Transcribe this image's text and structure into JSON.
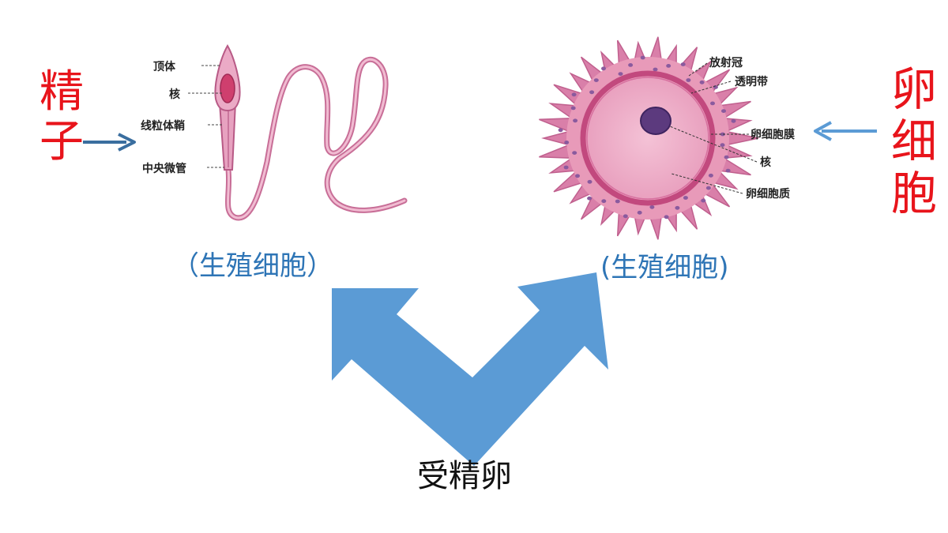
{
  "sperm": {
    "title": "精子",
    "parts": {
      "acrosome": "顶体",
      "nucleus": "核",
      "mitochondrial_sheath": "线粒体鞘",
      "central_microtubule": "中央微管"
    },
    "caption": "（生殖细胞）"
  },
  "egg": {
    "title": "卵细胞",
    "parts": {
      "corona_radiata": "放射冠",
      "zona_pellucida": "透明带",
      "cell_membrane": "卵细胞膜",
      "nucleus": "核",
      "cytoplasm": "卵细胞质"
    },
    "caption": "(生殖细胞)"
  },
  "result": {
    "label": "受精卵"
  },
  "colors": {
    "title_red": "#e8141b",
    "caption_blue": "#2e75b6",
    "arrow_blue": "#5b9bd5",
    "cell_pink": "#e28fb1",
    "cell_dark": "#b03a6e"
  }
}
